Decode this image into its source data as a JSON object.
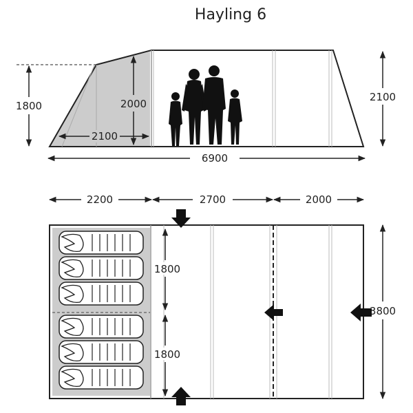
{
  "title": "Hayling 6",
  "side_view": {
    "awning_height": "1800",
    "bedroom_height": "2000",
    "bedroom_length": "2100",
    "main_height": "2100",
    "total_length": "6900"
  },
  "floor_plan": {
    "section_widths": [
      "2200",
      "2700",
      "2000"
    ],
    "berth_length_upper": "1800",
    "berth_length_lower": "1800",
    "total_width": "3800",
    "sleeping_bags": 6
  },
  "colors": {
    "stroke": "#222222",
    "bedroom_fill": "#cccccc",
    "line_light": "#bbbbbb",
    "background": "#ffffff"
  }
}
